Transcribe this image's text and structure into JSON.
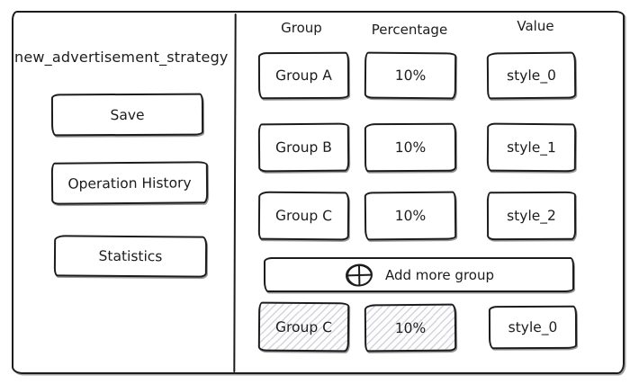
{
  "colors": {
    "ink": "#1c1c1c",
    "paper": "#ffffff",
    "hatch": "#b0b2c0"
  },
  "sidebar": {
    "title": "new_advertisement_strategy",
    "buttons": [
      {
        "label": "Save"
      },
      {
        "label": "Operation History"
      },
      {
        "label": "Statistics"
      }
    ]
  },
  "panel": {
    "headers": [
      "Group",
      "Percentage",
      "Value"
    ],
    "rows": [
      {
        "group": "Group A",
        "percentage": "10%",
        "value": "style_0"
      },
      {
        "group": "Group B",
        "percentage": "10%",
        "value": "style_1"
      },
      {
        "group": "Group C",
        "percentage": "10%",
        "value": "style_2"
      }
    ],
    "add_button": {
      "icon": "plus-circle-icon",
      "label": "Add more group"
    },
    "draft_row": {
      "group": "Group C",
      "percentage": "10%",
      "value": "style_0",
      "hatched_cells": [
        "group",
        "percentage"
      ]
    }
  }
}
